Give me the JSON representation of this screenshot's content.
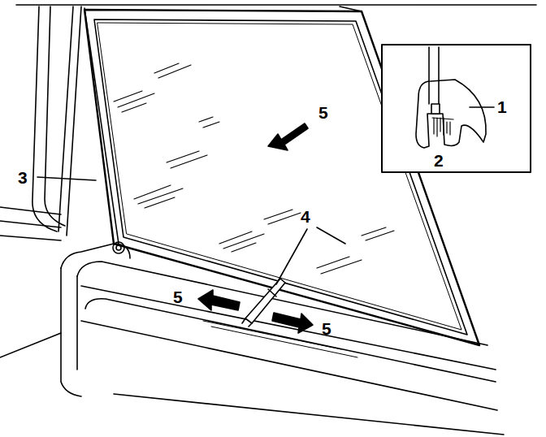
{
  "diagram": {
    "labels": [
      "5",
      "1",
      "2",
      "3",
      "4",
      "5",
      "5"
    ]
  }
}
